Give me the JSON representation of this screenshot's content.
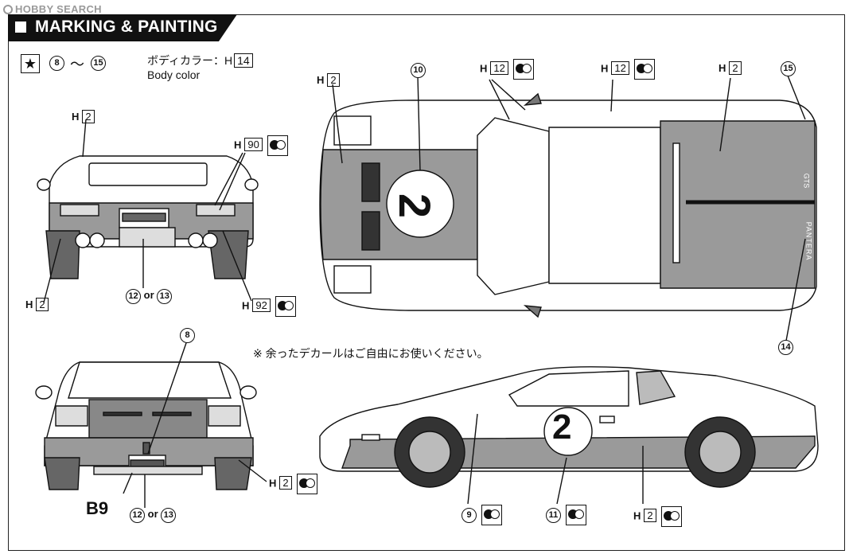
{
  "watermark": "HOBBY SEARCH",
  "title": "MARKING & PAINTING",
  "header": {
    "star": "★",
    "decal_from": "8",
    "range_sep": "～",
    "decal_to": "15",
    "body_color_jp": "ボディカラー：H",
    "body_color_code": "14",
    "body_color_en": "Body color"
  },
  "note": "※ 余ったデカールはご自由にお使いください。",
  "b9_label": "B9",
  "car_number": "2",
  "rear_view": {
    "label_top": {
      "prefix": "H",
      "code": "2"
    },
    "label_90": {
      "prefix": "H",
      "code": "90"
    },
    "label_bottom": {
      "prefix": "H",
      "code": "2"
    },
    "label_92": {
      "prefix": "H",
      "code": "92"
    },
    "plate_a": "12",
    "plate_or": "or",
    "plate_b": "13"
  },
  "top_view": {
    "label_h2_left": {
      "prefix": "H",
      "code": "2"
    },
    "decal_10": "10",
    "label_h12_a": {
      "prefix": "H",
      "code": "12"
    },
    "label_h12_b": {
      "prefix": "H",
      "code": "12"
    },
    "label_h2_right": {
      "prefix": "H",
      "code": "2"
    },
    "decal_15": "15",
    "decal_14": "14",
    "side_text_a": "GTS",
    "side_text_b": "PANTERA"
  },
  "front_view": {
    "decal_8": "8",
    "label_h2": {
      "prefix": "H",
      "code": "2"
    },
    "plate_a": "12",
    "plate_or": "or",
    "plate_b": "13"
  },
  "side_view": {
    "decal_9": "9",
    "decal_11": "11",
    "label_h2": {
      "prefix": "H",
      "code": "2"
    }
  }
}
